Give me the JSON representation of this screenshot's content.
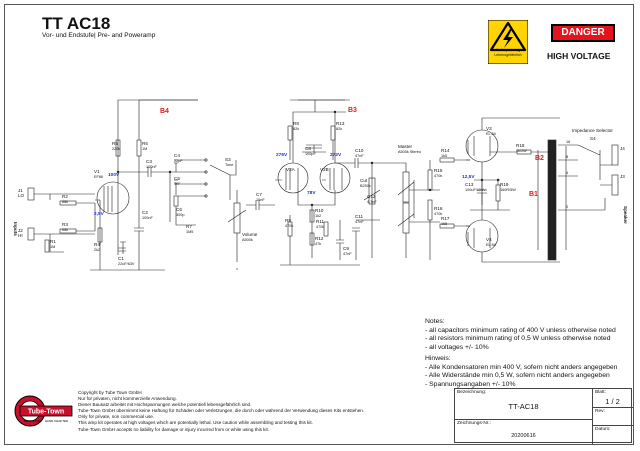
{
  "header": {
    "title": "TT AC18",
    "subtitle": "Vor- und Endstufe| Pre- and Poweramp"
  },
  "warning_sign": {
    "text_line1": "Hochspannung",
    "text_line2": "Lebensgefährlich"
  },
  "danger_badge": {
    "label": "DANGER",
    "subtitle": "HIGH VOLTAGE"
  },
  "schematic": {
    "rail_labels": {
      "b4": "B4",
      "b3": "B3",
      "b2": "B2",
      "b1": "B1"
    },
    "inputs_label": "Inputs",
    "speaker_label": "Speaker",
    "impedance_label": "Impedance Selector",
    "components": [
      {
        "ref": "J1",
        "value": "J1"
      },
      {
        "ref": "LO",
        "value": "LO"
      },
      {
        "ref": "J2",
        "value": "J2"
      },
      {
        "ref": "HI",
        "value": "HI"
      },
      {
        "ref": "R2",
        "value": "68k"
      },
      {
        "ref": "R3",
        "value": "68k"
      },
      {
        "ref": "R1",
        "value": "1M"
      },
      {
        "ref": "V1",
        "value": "EF86"
      },
      {
        "ref": "R5",
        "value": "220k"
      },
      {
        "ref": "R6",
        "value": "1M"
      },
      {
        "ref": "R4",
        "value": "2k2"
      },
      {
        "ref": "C1",
        "value": "22uF/63V"
      },
      {
        "ref": "C2",
        "value": "100nF"
      },
      {
        "ref": "C3",
        "value": "100nF"
      },
      {
        "ref": "C4",
        "value": "22pF"
      },
      {
        "ref": "C5",
        "value": "1nF"
      },
      {
        "ref": "C6",
        "value": "300p"
      },
      {
        "ref": "R7",
        "value": "1M5"
      },
      {
        "ref": "S3",
        "value": "Tone"
      },
      {
        "ref": "Volume",
        "value": "A500k"
      },
      {
        "ref": "C7",
        "value": "10nF"
      },
      {
        "ref": "R8",
        "value": "82k"
      },
      {
        "ref": "C8",
        "value": "100pF"
      },
      {
        "ref": "R13",
        "value": "82k"
      },
      {
        "ref": "V2A",
        "value": "V2A"
      },
      {
        "ref": "V2B",
        "value": "V2B"
      },
      {
        "ref": "R9",
        "value": "470k"
      },
      {
        "ref": "R10",
        "value": "1k2"
      },
      {
        "ref": "R11",
        "value": "470k"
      },
      {
        "ref": "R12",
        "value": "47k"
      },
      {
        "ref": "C9",
        "value": "47nF"
      },
      {
        "ref": "C10",
        "value": "47nF"
      },
      {
        "ref": "C11",
        "value": "47nF"
      },
      {
        "ref": "Cut",
        "value": "B250k"
      },
      {
        "ref": "C12",
        "value": "4.7nF"
      },
      {
        "ref": "Master",
        "value": "A500k Stereo"
      },
      {
        "ref": "R14",
        "value": "1k5"
      },
      {
        "ref": "R15",
        "value": "470k"
      },
      {
        "ref": "R16",
        "value": "470k"
      },
      {
        "ref": "R17",
        "value": "1k5"
      },
      {
        "ref": "C13",
        "value": "100uF/100V"
      },
      {
        "ref": "R19",
        "value": "160R/5W"
      },
      {
        "ref": "R18",
        "value": "1k/2W"
      },
      {
        "ref": "V3",
        "value": "EL 84"
      },
      {
        "ref": "V4",
        "value": "EL 84"
      },
      {
        "ref": "S4",
        "value": "S4"
      },
      {
        "ref": "J3",
        "value": "J3"
      },
      {
        "ref": "J4",
        "value": "J4"
      }
    ],
    "voltages": {
      "v1_plate": "100V",
      "v1_cathode": "2,5V",
      "v2a_plate": "276V",
      "v2b_plate": "272V",
      "v2_cathode": "78V",
      "v3_cathode": "12,5V"
    },
    "transformer_taps": [
      "16",
      "8",
      "4",
      "0"
    ]
  },
  "notes": {
    "heading": "Notes:",
    "lines": [
      "- all capacitors minimum rating of 400 V unless otherwise noted",
      "- all resistors minimum rating of 0,5 W unless otherwise noted",
      "- all voltages +/- 10%"
    ]
  },
  "hinweis": {
    "heading": "Hinweis:",
    "lines": [
      "- Alle Kondensatoren min 400 V, sofern nicht anders angegeben",
      "- Alle Widerstände min 0,5 W, sofern nicht anders angegeben",
      "- Spannungsangaben +/- 10%"
    ]
  },
  "legal": {
    "lines": [
      "Copyright by Tube Town GmbH",
      "Nur für privaten, nicht kommerzielle Anwendung.",
      "Dieser Bausatz arbeitet mit Hochspannungen welche potentiell lebensgefährlich sind.",
      "Tube-Town GmbH übernimmt keine Haftung für Schäden oder Verletzungen, die durch oder während der Verwendung dieses Kits entstehen.",
      "Only for private, non commercial use.",
      "This amp kit operates at high voltages which are potentially lethal. Use caution while assembling and testing this kit.",
      "Tube-Town GmbH accepts no liability for damage or injury incurred from or while using this kit."
    ]
  },
  "logo": {
    "name": "Tube-Town",
    "tagline": "BEST STUFF · HAND CRAFTED"
  },
  "title_block": {
    "bezeichnung_label": "Bezeichnung:",
    "bezeichnung_value": "TT-AC18",
    "blatt_label": "Blatt:",
    "blatt_value": "1 / 2",
    "rev_label": "Rev:",
    "zeichnungs_label": "Zeichnungs-Nr.:",
    "zeichnungs_value": "20200616",
    "datum_label": "Datum:"
  }
}
